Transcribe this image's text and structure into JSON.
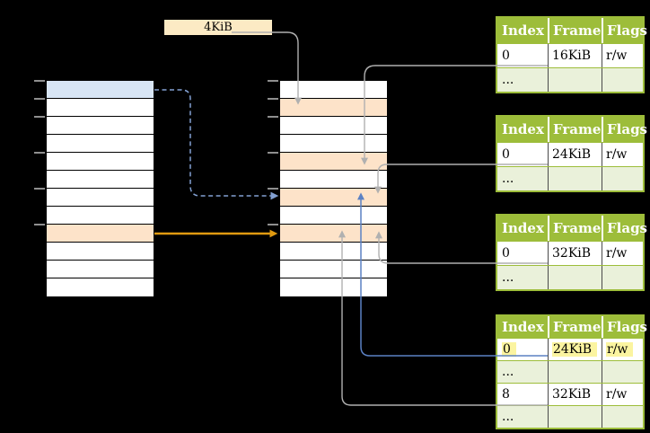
{
  "colors": {
    "background": "#000000",
    "cell-white": "#ffffff",
    "cell-blue": "#d8e5f5",
    "cell-orange": "#fde3c9",
    "cell-border": "#000000",
    "label-bg": "#fceac4",
    "table-green": "#9dbd3a",
    "table-green-light": "#eaf1da",
    "table-header-text": "#ffffff",
    "table-cell-divider": "#4a4a4a",
    "highlight-yellow": "#fbf4a0",
    "line-gray": "#b0b0b0",
    "line-blue": "#5b81c4",
    "line-blue-dashed": "#82a0d2",
    "line-orange": "#e09a10",
    "tick-gray": "#8f8f8f",
    "text-black": "#000000"
  },
  "page_size_label": "4KiB",
  "virtual_memory": {
    "rows": [
      "blue",
      "",
      "",
      "",
      "",
      "",
      "",
      "",
      "orange",
      "",
      "",
      ""
    ]
  },
  "physical_memory": {
    "rows": [
      "",
      "orange",
      "",
      "",
      "orange",
      "",
      "orange",
      "",
      "orange",
      "",
      "",
      ""
    ]
  },
  "address_ticks_kib": [
    0,
    4,
    8,
    16,
    24,
    32
  ],
  "page_tables": [
    {
      "headers": [
        "Index",
        "Frame",
        "Flags"
      ],
      "rows": [
        {
          "cells": [
            "0",
            "16KiB",
            "r/w"
          ],
          "bg": "white",
          "highlight": false
        },
        {
          "cells": [
            "...",
            "",
            ""
          ],
          "bg": "green",
          "highlight": false
        }
      ]
    },
    {
      "headers": [
        "Index",
        "Frame",
        "Flags"
      ],
      "rows": [
        {
          "cells": [
            "0",
            "24KiB",
            "r/w"
          ],
          "bg": "white",
          "highlight": false
        },
        {
          "cells": [
            "...",
            "",
            ""
          ],
          "bg": "green",
          "highlight": false
        }
      ]
    },
    {
      "headers": [
        "Index",
        "Frame",
        "Flags"
      ],
      "rows": [
        {
          "cells": [
            "0",
            "32KiB",
            "r/w"
          ],
          "bg": "white",
          "highlight": false
        },
        {
          "cells": [
            "...",
            "",
            ""
          ],
          "bg": "green",
          "highlight": false
        }
      ]
    },
    {
      "headers": [
        "Index",
        "Frame",
        "Flags"
      ],
      "rows": [
        {
          "cells": [
            "0",
            "24KiB",
            "r/w"
          ],
          "bg": "white",
          "highlight": true
        },
        {
          "cells": [
            "...",
            "",
            ""
          ],
          "bg": "green",
          "highlight": false
        },
        {
          "cells": [
            "8",
            "32KiB",
            "r/w"
          ],
          "bg": "white",
          "highlight": false
        },
        {
          "cells": [
            "...",
            "",
            ""
          ],
          "bg": "green",
          "highlight": false
        }
      ]
    }
  ]
}
